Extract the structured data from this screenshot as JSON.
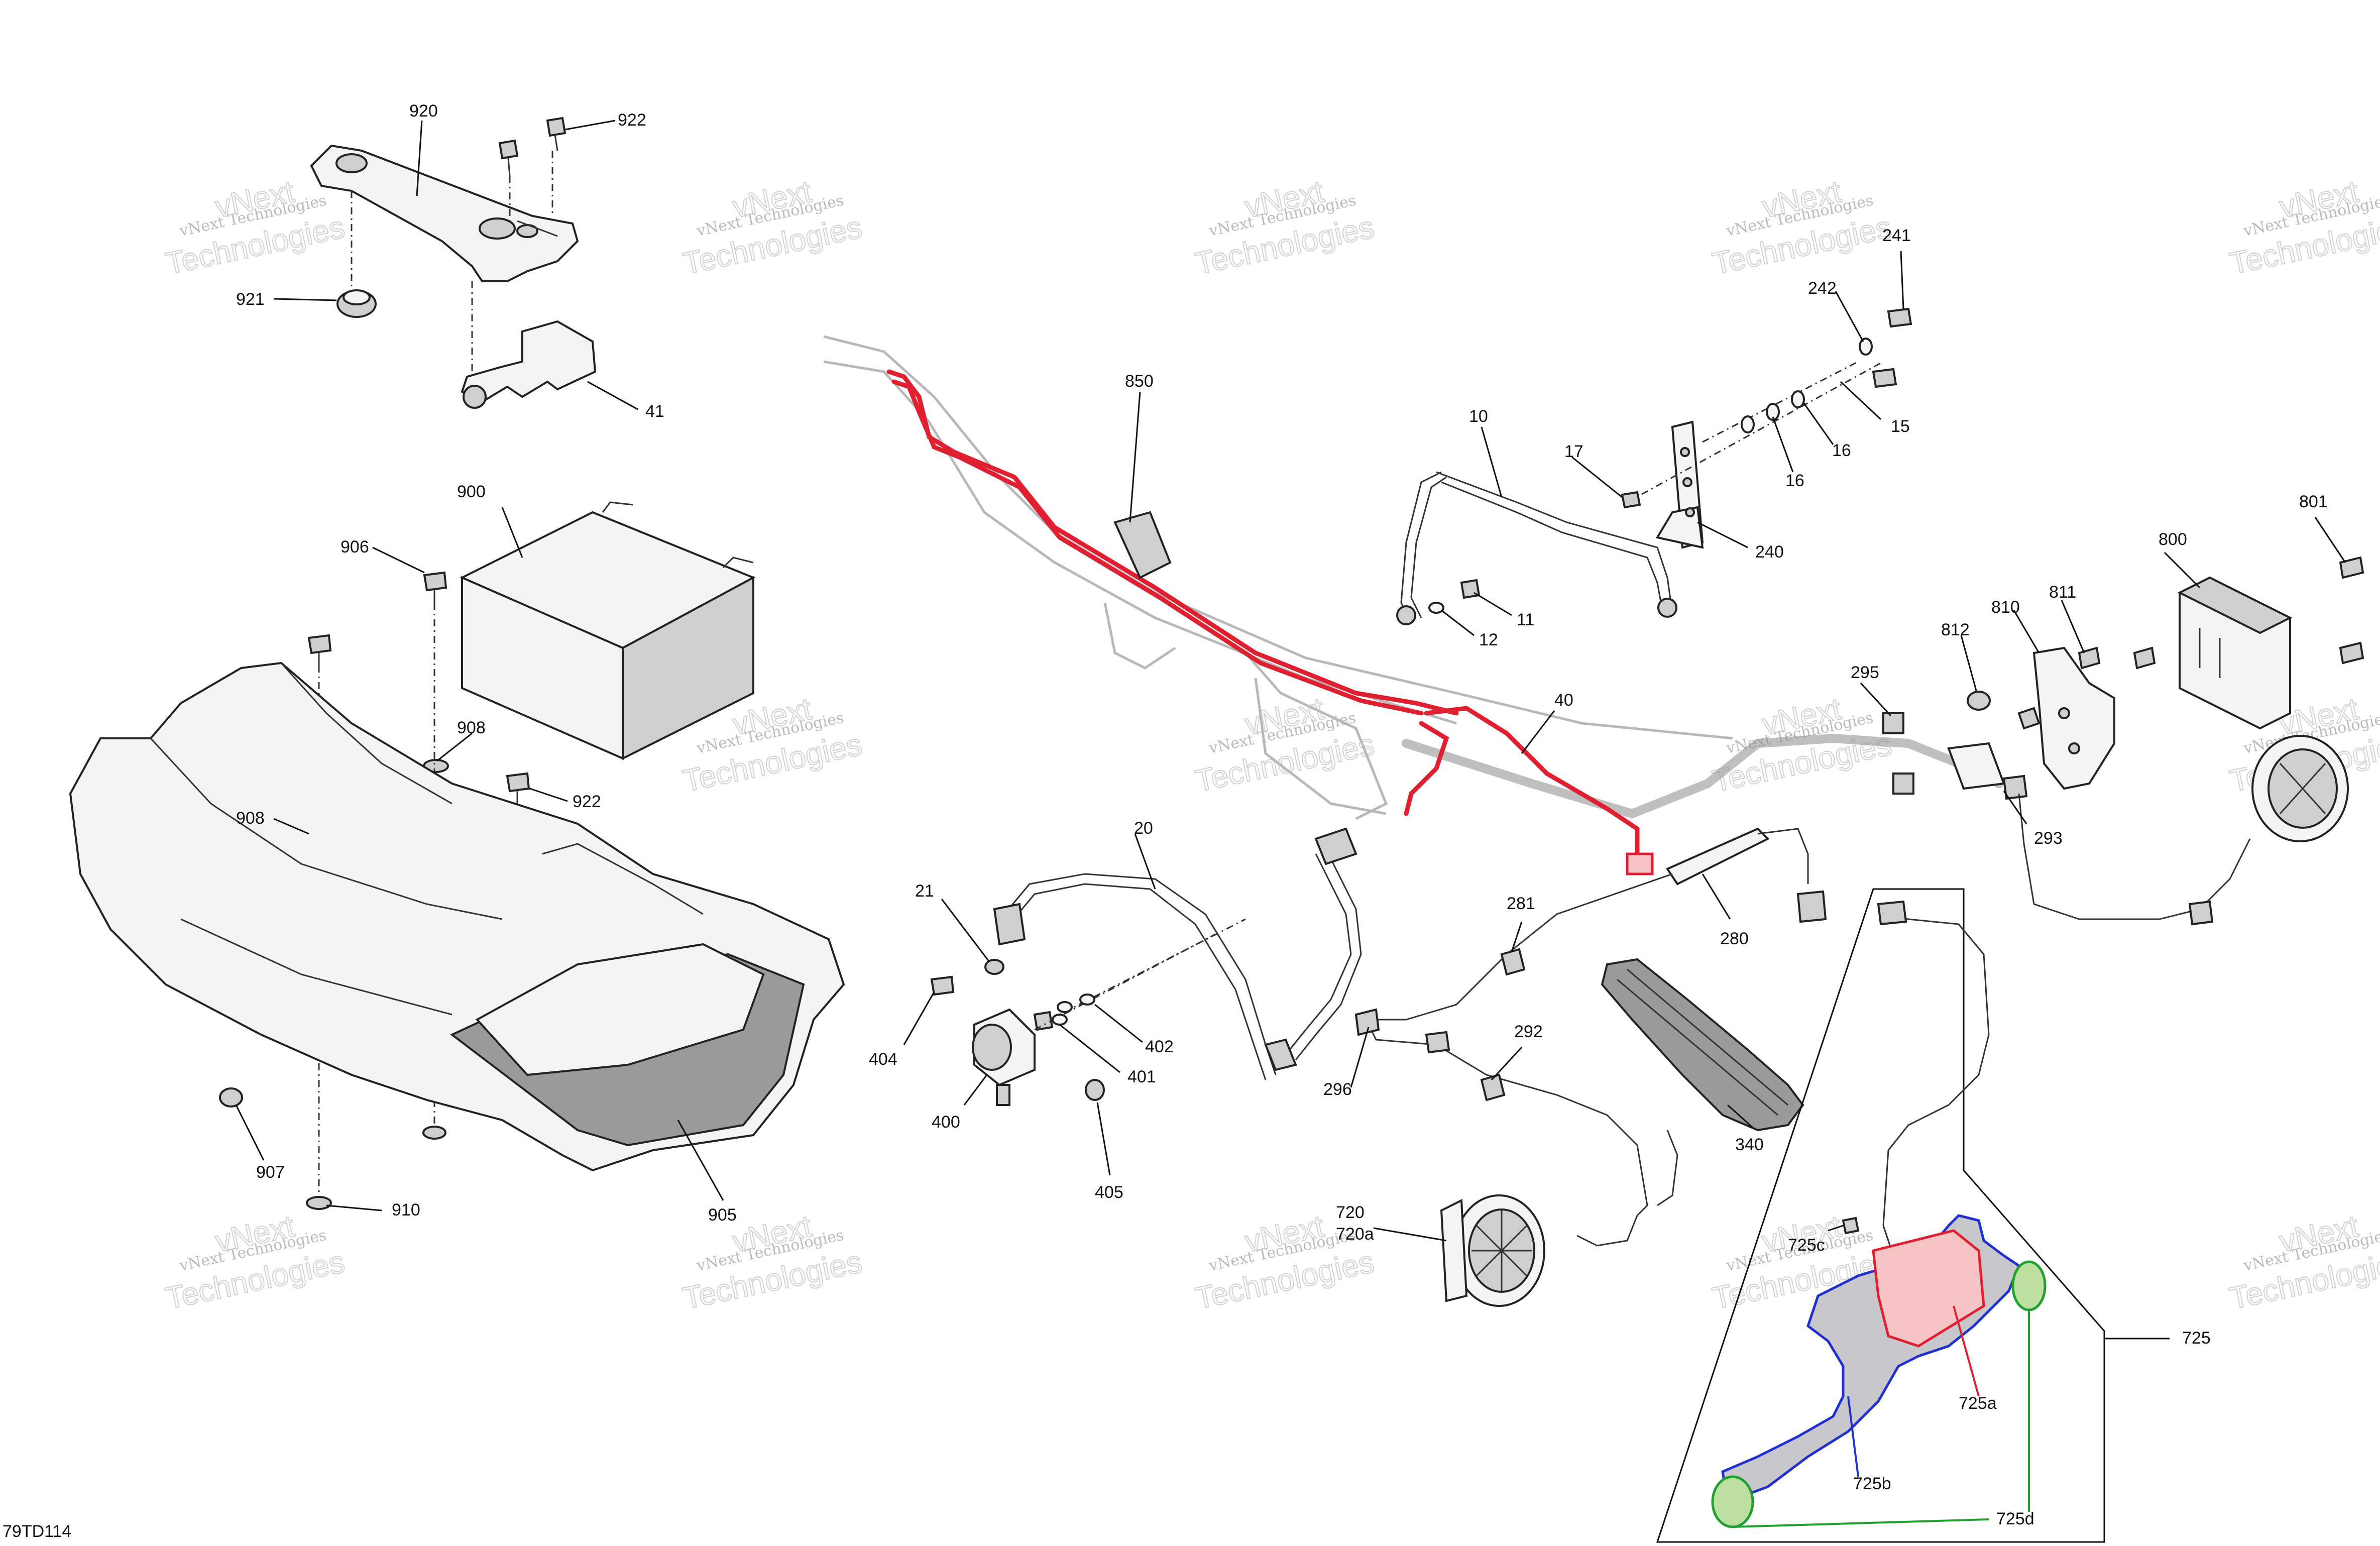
{
  "diagram_id": "79TD114",
  "watermark": {
    "line1": "vNext Technologies",
    "line2": "vNext",
    "line3": "Technologies"
  },
  "callouts": {
    "c920": "920",
    "c922a": "922",
    "c921": "921",
    "c41": "41",
    "c900": "900",
    "c906": "906",
    "c908a": "908",
    "c908b": "908",
    "c922b": "922",
    "c907": "907",
    "c910": "910",
    "c905": "905",
    "c850": "850",
    "c10": "10",
    "c17": "17",
    "c11": "11",
    "c12": "12",
    "c241": "241",
    "c242": "242",
    "c15": "15",
    "c16a": "16",
    "c16b": "16",
    "c240": "240",
    "c40": "40",
    "c20": "20",
    "c21": "21",
    "c404": "404",
    "c402": "402",
    "c401": "401",
    "c400": "400",
    "c405": "405",
    "c295": "295",
    "c293": "293",
    "c280": "280",
    "c281": "281",
    "c292": "292",
    "c296": "296",
    "c340": "340",
    "c720": "720",
    "c720a": "720a",
    "c800": "800",
    "c801": "801",
    "c810": "810",
    "c811": "811",
    "c812": "812",
    "c725": "725",
    "c725a": "725a",
    "c725b": "725b",
    "c725c": "725c",
    "c725d": "725d"
  },
  "colors": {
    "highlight_red": "#e02030",
    "highlight_blue": "#2030d0",
    "highlight_green": "#20a030",
    "line": "#111111",
    "watermark": "#bbbbbb"
  }
}
